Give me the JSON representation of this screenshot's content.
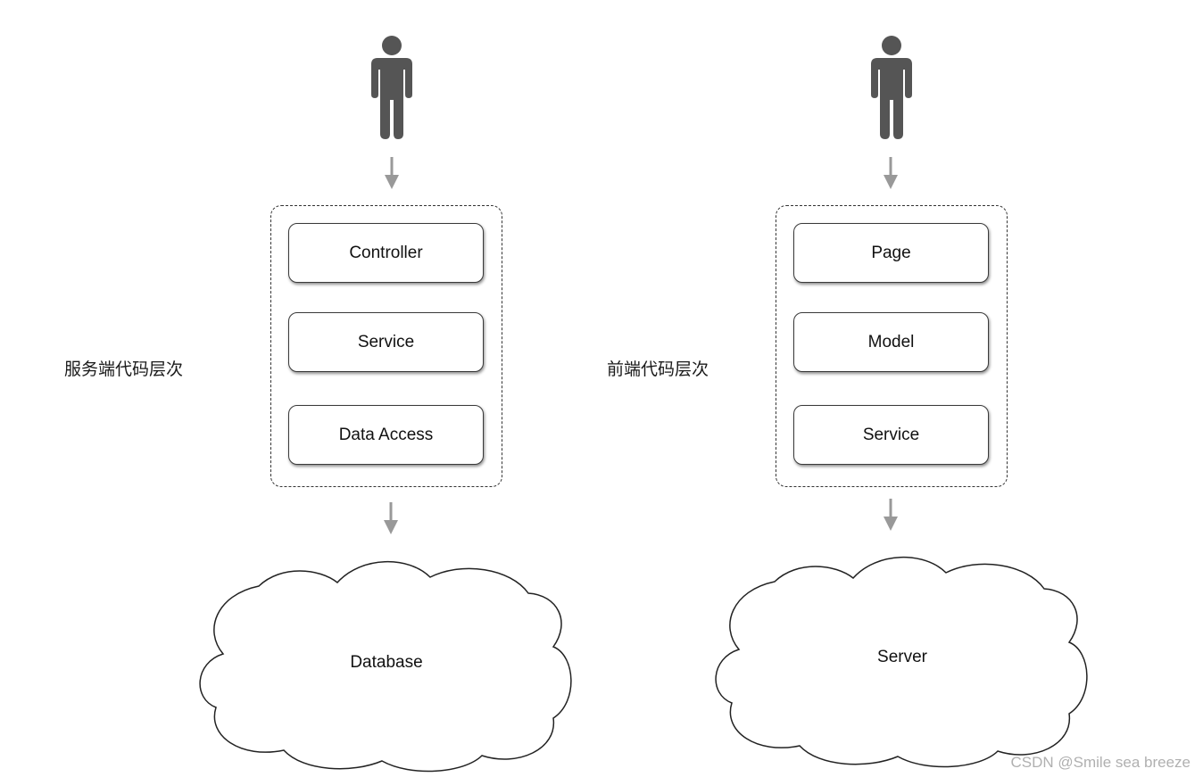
{
  "left": {
    "label": "服务端代码层次",
    "layers": [
      "Controller",
      "Service",
      "Data Access"
    ],
    "target": "Database"
  },
  "right": {
    "label": "前端代码层次",
    "layers": [
      "Page",
      "Model",
      "Service"
    ],
    "target": "Server"
  },
  "watermark": "CSDN @Smile sea breeze",
  "colors": {
    "person": "#555555",
    "arrow": "#999999",
    "border": "#333333"
  }
}
